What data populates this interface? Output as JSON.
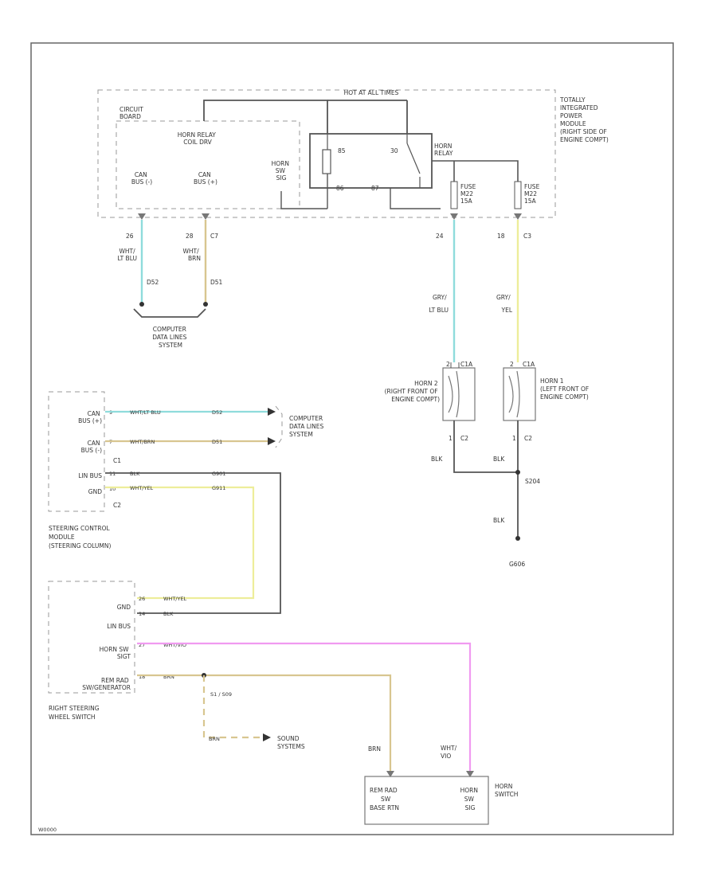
{
  "colors": {
    "lt_blu": "#8fdcdc",
    "brn": "#d8c690",
    "yel": "#eded9a",
    "vio": "#f09af0",
    "blk": "#555555",
    "box": "#9a9a9a",
    "text": "#333333"
  },
  "page": {
    "code": "W0000"
  },
  "tipm": {
    "hot_label": "HOT AT ALL TIMES",
    "desc": [
      "TOTALLY",
      "INTEGRATED",
      "POWER",
      "MODULE",
      "(RIGHT SIDE OF",
      "ENGINE COMPT)"
    ],
    "circuit_board": [
      "CIRCUIT",
      "BOARD"
    ],
    "relay_coil": [
      "HORN RELAY",
      "COIL DRV"
    ],
    "can_minus": [
      "CAN",
      "BUS (-)"
    ],
    "can_plus": [
      "CAN",
      "BUS (+)"
    ],
    "horn_sw_sig": [
      "HORN",
      "SW",
      "SIG"
    ],
    "relay_name": [
      "HORN",
      "RELAY"
    ],
    "relay_pins": {
      "p85": "85",
      "p86": "86",
      "p30": "30",
      "p87": "87"
    },
    "fuse1": [
      "FUSE",
      "M22",
      "15A"
    ],
    "fuse2": [
      "FUSE",
      "M22",
      "15A"
    ]
  },
  "tipm_pins": {
    "p1": "26",
    "p2": "28",
    "p2_conn": "C7",
    "p3": "24",
    "p4": "18",
    "p4_conn": "C3"
  },
  "wires_top": {
    "w1": [
      "WHT/",
      "LT BLU"
    ],
    "w1_ckt": "D52",
    "w2": [
      "WHT/",
      "BRN"
    ],
    "w2_ckt": "D51",
    "w3": [
      "GRY/",
      "LT BLU"
    ],
    "w4": [
      "GRY/",
      "YEL"
    ]
  },
  "cdl_top": [
    "COMPUTER",
    "DATA LINES",
    "SYSTEM"
  ],
  "horns": {
    "horn2": [
      "HORN 2",
      "(RIGHT FRONT OF",
      "ENGINE COMPT)"
    ],
    "horn1": [
      "HORN 1",
      "(LEFT FRONT OF",
      "ENGINE COMPT)"
    ],
    "pin1": "1",
    "pin2": "2",
    "conn_a": "C1A",
    "conn_b": "C2",
    "gnd_wire": "BLK",
    "splice": "S204",
    "ground": "G606"
  },
  "scm": {
    "can_plus": [
      "CAN",
      "BUS (+)"
    ],
    "can_minus": [
      "CAN",
      "BUS (-)"
    ],
    "conn": "C1",
    "lin_bus": "LIN BUS",
    "gnd": "GND",
    "conn2": "C2",
    "name": [
      "STEERING CONTROL",
      "MODULE",
      "(STEERING COLUMN)"
    ],
    "pins": [
      "9",
      "7",
      "11",
      "10"
    ],
    "wire1": "WHT/LT BLU",
    "ckt1": "D52",
    "wire2": "WHT/BRN",
    "ckt2": "D51",
    "wire3": "BLK",
    "ckt3": "G901",
    "wire4": "WHT/YEL",
    "ckt4": "G911"
  },
  "cdl_mid": [
    "COMPUTER",
    "DATA LINES",
    "SYSTEM"
  ],
  "rsws": {
    "gnd": "GND",
    "lin_bus": "LIN BUS",
    "horn_sw": [
      "HORN SW",
      "SIGT"
    ],
    "remote": [
      "REM RAD",
      "SW/GENERATOR"
    ],
    "name": [
      "RIGHT STEERING",
      "WHEEL SWITCH"
    ],
    "pins": [
      "26",
      "14",
      "27",
      "18"
    ],
    "wire1": "WHT/YEL",
    "wire2": "BLK",
    "wire3": "WHT/VIO",
    "wire4": "BRN",
    "splice": "S1 / S09",
    "wire5": "BRN"
  },
  "sound": [
    "SOUND",
    "SYSTEMS"
  ],
  "horn_switch": {
    "wire_brn": "BRN",
    "wire_vio": [
      "WHT/",
      "VIO"
    ],
    "rem": [
      "REM RAD",
      "SW",
      "BASE RTN"
    ],
    "horn": [
      "HORN",
      "SW",
      "SIG"
    ],
    "name": [
      "HORN",
      "SWITCH"
    ]
  }
}
